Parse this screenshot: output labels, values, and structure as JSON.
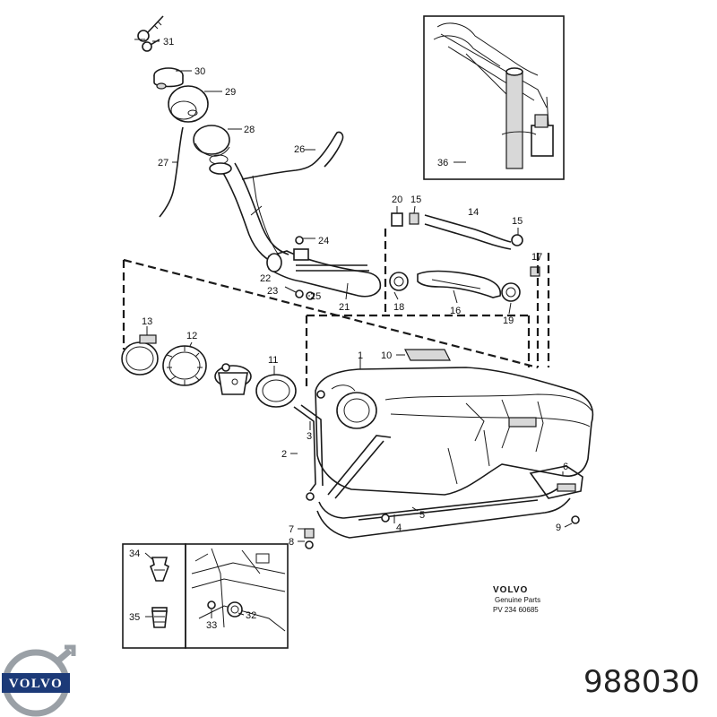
{
  "figure": {
    "callouts": {
      "c1": "1",
      "c2": "2",
      "c3": "3",
      "c4": "4",
      "c5": "5",
      "c6": "6",
      "c7": "7",
      "c8": "8",
      "c9": "9",
      "c10": "10",
      "c11": "11",
      "c12": "12",
      "c13": "13",
      "c14": "14",
      "c15a": "15",
      "c15b": "15",
      "c16": "16",
      "c17": "17",
      "c18": "18",
      "c19": "19",
      "c20": "20",
      "c21": "21",
      "c22": "22",
      "c23": "23",
      "c24": "24",
      "c25": "25",
      "c26": "26",
      "c27": "27",
      "c28": "28",
      "c29": "29",
      "c30": "30",
      "c31": "31",
      "c32": "32",
      "c33": "33",
      "c34": "34",
      "c35": "35",
      "c36": "36"
    },
    "genuine_brand": "VOLVO",
    "genuine_text": "Genuine Parts",
    "genuine_code": "PV 234 60685"
  },
  "brand_logo_text": "VOLVO",
  "part_number": "988030",
  "colors": {
    "ink": "#1a1a1a",
    "logo_blue": "#1c3a78",
    "logo_ring": "#9aa0a6"
  }
}
